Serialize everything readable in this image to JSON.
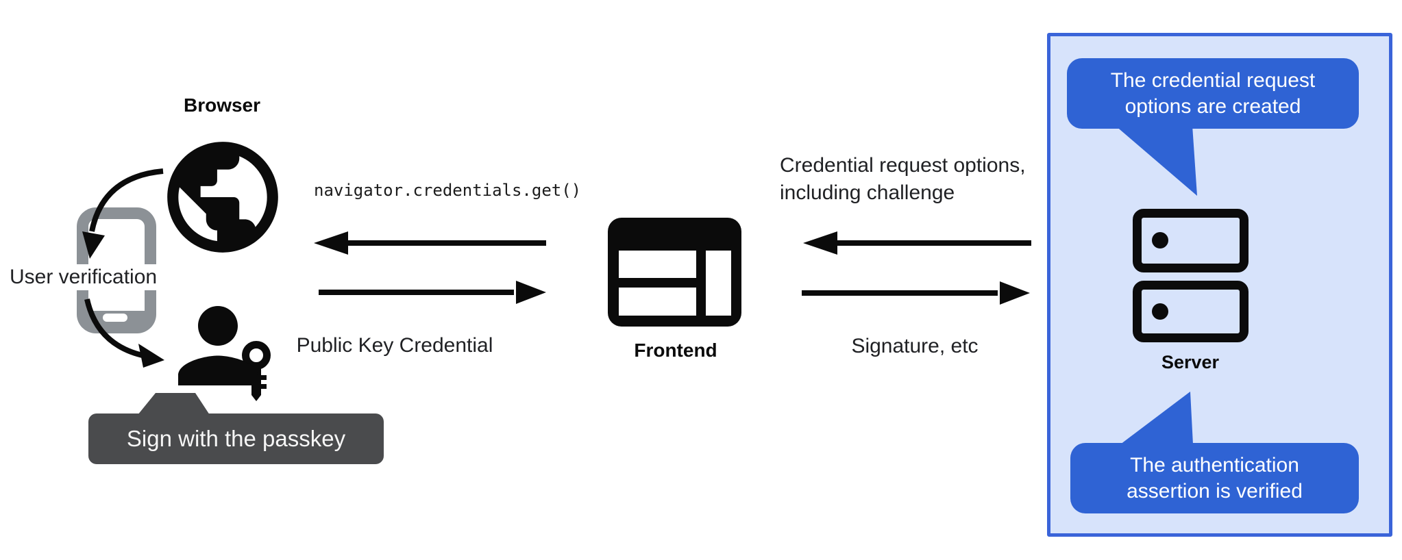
{
  "colors": {
    "bubble_blue": "#2f63d4",
    "box_fill": "#d7e3fb",
    "box_border": "#3a64d9",
    "tooltip_gray": "#4a4b4d",
    "phone_gray": "#8c9196",
    "icon_black": "#0b0b0b",
    "text_dark": "#202124"
  },
  "left_group": {
    "browser_label": "Browser",
    "user_verification_label": "User verification",
    "passkey_tooltip": "Sign with the passkey"
  },
  "middle": {
    "api_call": "navigator.credentials.get()",
    "public_key_credential_label": "Public Key Credential",
    "frontend_label": "Frontend"
  },
  "right": {
    "credential_request_line1": "Credential request options,",
    "credential_request_line2": "including challenge",
    "signature_label": "Signature, etc"
  },
  "server_box": {
    "server_label": "Server",
    "bubble_top_line1": "The credential request",
    "bubble_top_line2": "options are created",
    "bubble_bottom_line1": "The authentication",
    "bubble_bottom_line2": "assertion is verified"
  }
}
